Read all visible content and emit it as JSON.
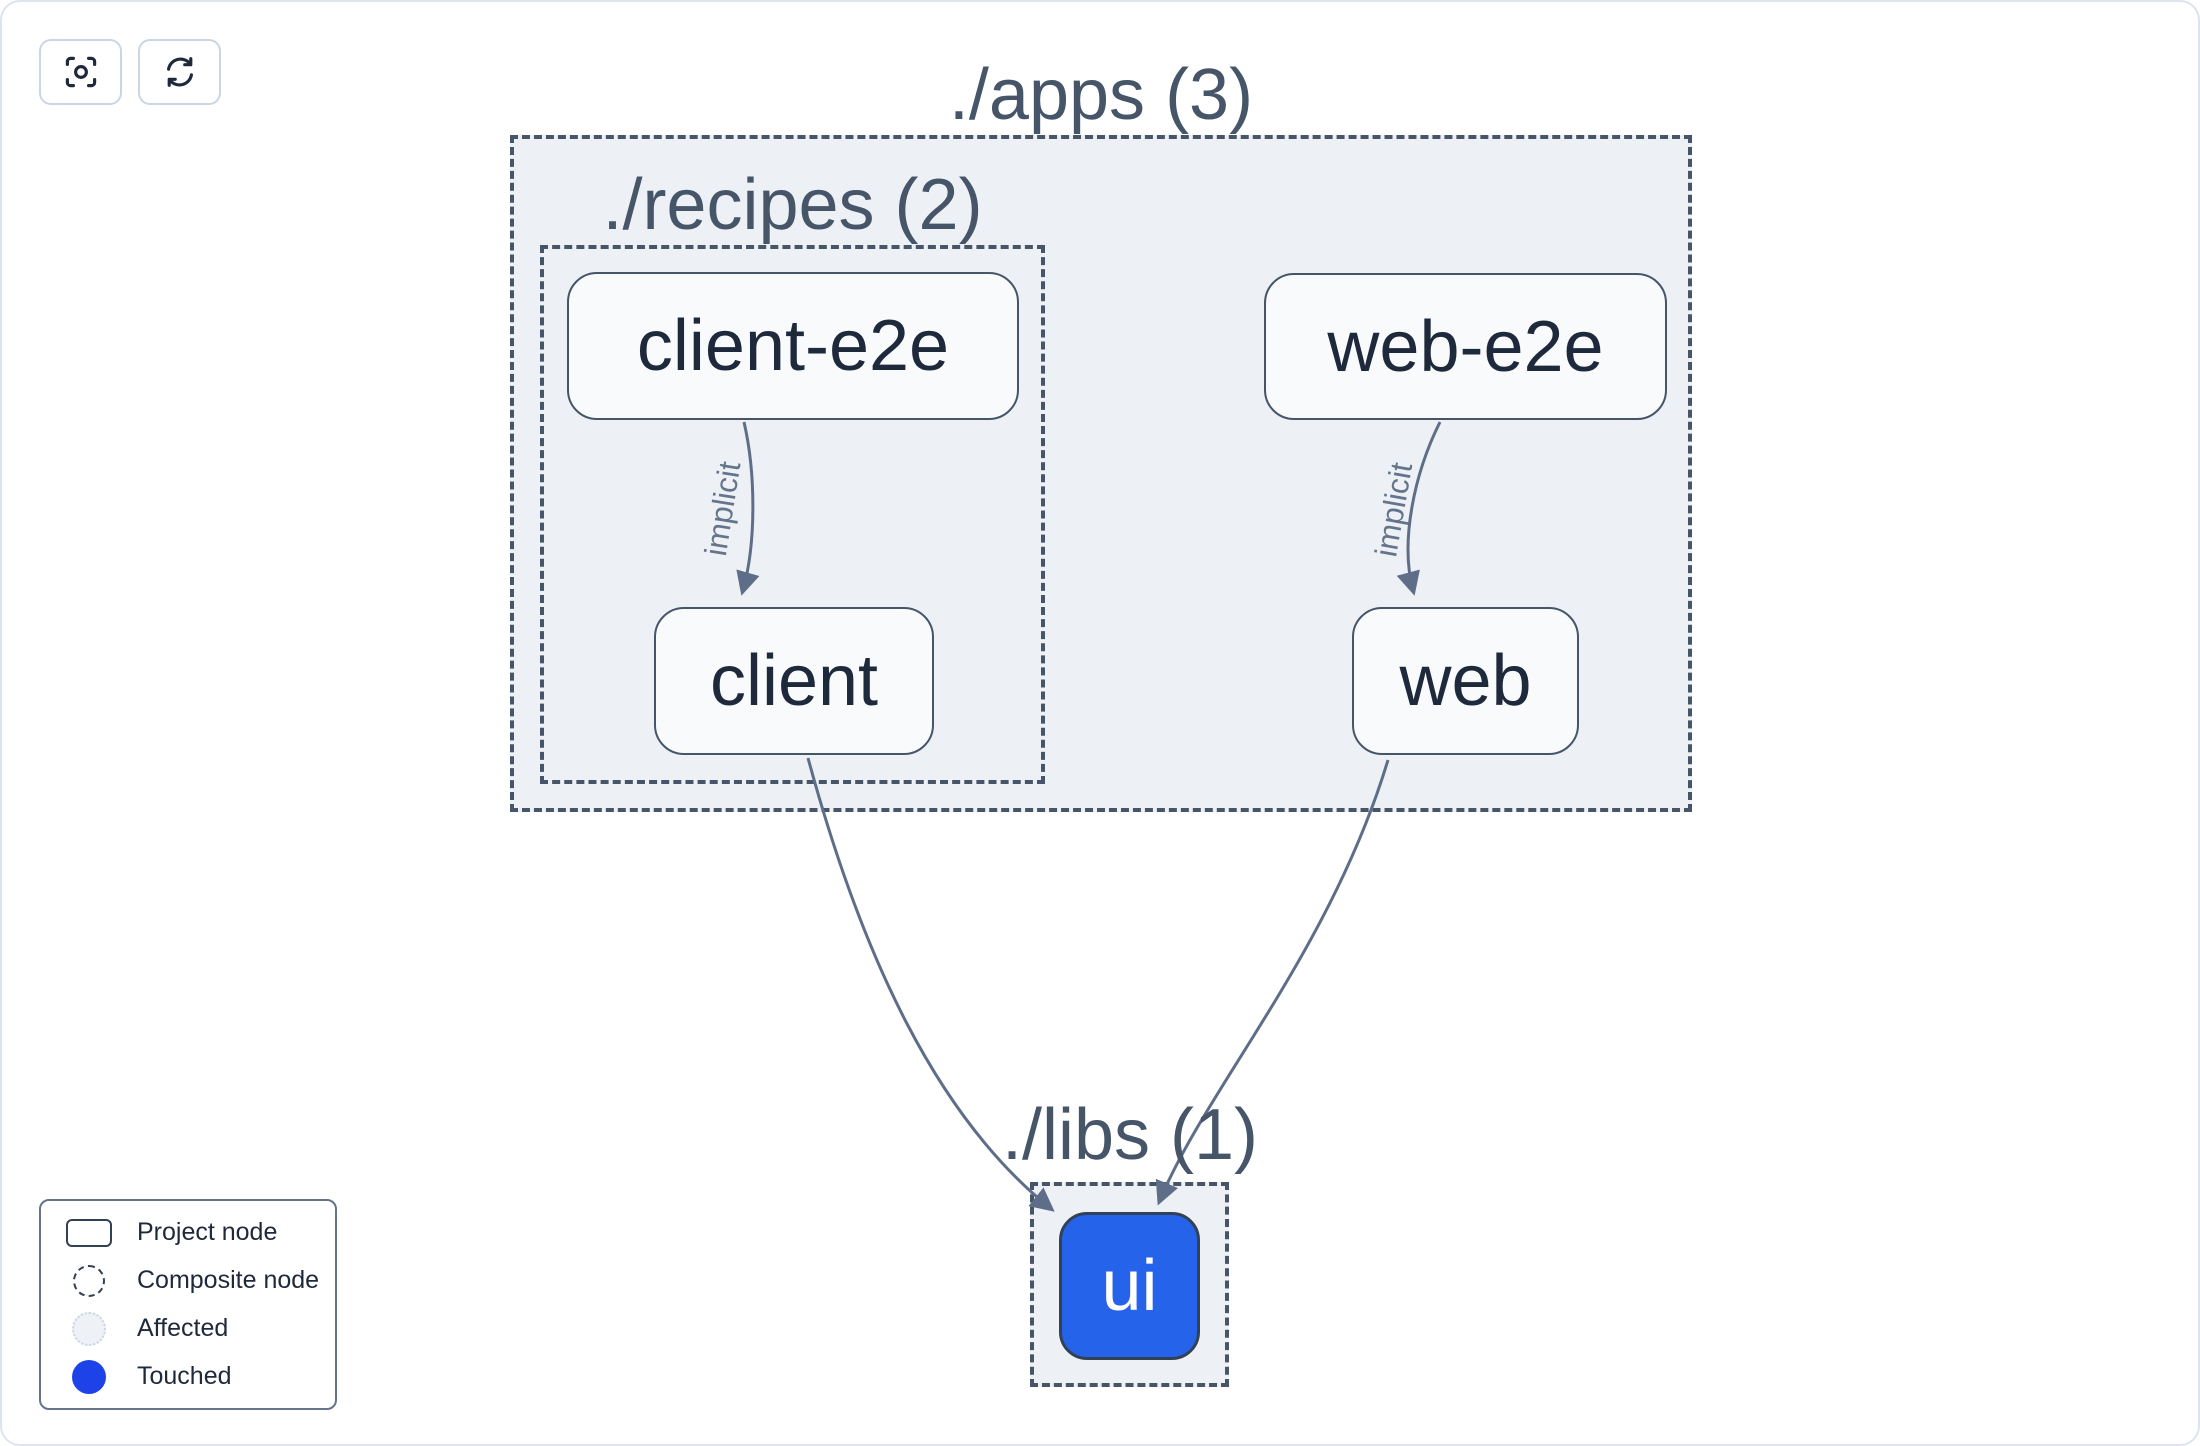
{
  "toolbar": {
    "focus_button": {
      "icon": "focus-icon"
    },
    "refresh_button": {
      "icon": "refresh-icon"
    }
  },
  "graph": {
    "containers": [
      {
        "id": "apps",
        "label": "./apps (3)"
      },
      {
        "id": "recipes",
        "label": "./recipes (2)"
      },
      {
        "id": "libs",
        "label": "./libs (1)"
      }
    ],
    "nodes": [
      {
        "id": "client-e2e",
        "label": "client-e2e",
        "state": "default"
      },
      {
        "id": "web-e2e",
        "label": "web-e2e",
        "state": "default"
      },
      {
        "id": "client",
        "label": "client",
        "state": "default"
      },
      {
        "id": "web",
        "label": "web",
        "state": "default"
      },
      {
        "id": "ui",
        "label": "ui",
        "state": "touched"
      }
    ],
    "edges": [
      {
        "from": "client-e2e",
        "to": "client",
        "label": "implicit",
        "type": "implicit"
      },
      {
        "from": "web-e2e",
        "to": "web",
        "label": "implicit",
        "type": "implicit"
      },
      {
        "from": "client",
        "to": "ui",
        "label": "",
        "type": "static"
      },
      {
        "from": "web",
        "to": "ui",
        "label": "",
        "type": "static"
      }
    ]
  },
  "legend": {
    "items": [
      {
        "label": "Project node",
        "icon": "project-node-icon"
      },
      {
        "label": "Composite node",
        "icon": "composite-node-icon"
      },
      {
        "label": "Affected",
        "icon": "affected-icon"
      },
      {
        "label": "Touched",
        "icon": "touched-icon"
      }
    ]
  },
  "colors": {
    "container_fill": "#edf1f6",
    "dashed_border": "#475569",
    "node_fill": "#f8fafc",
    "node_border": "#475569",
    "node_text": "#1e293b",
    "container_label": "#475569",
    "edge": "#5f6e88",
    "touched_node_fill": "#2563eb",
    "touched_legend_fill": "#1d43e8",
    "affected_fill": "#eef1f6"
  }
}
